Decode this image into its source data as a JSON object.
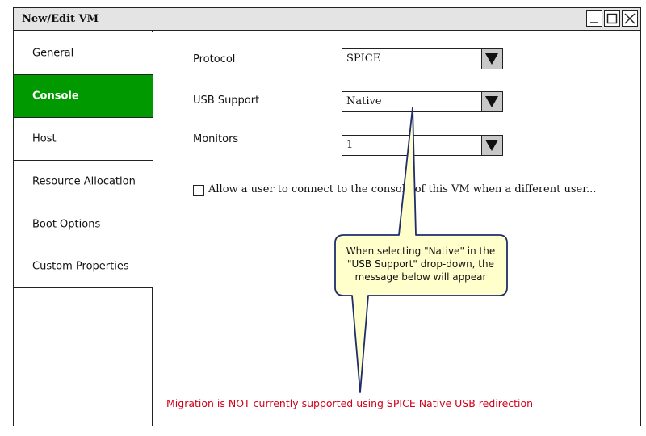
{
  "window": {
    "title": "New/Edit VM"
  },
  "sidebar": {
    "items": [
      {
        "label": "General",
        "active": false
      },
      {
        "label": "Console",
        "active": true
      },
      {
        "label": "Host",
        "active": false
      },
      {
        "label": "Resource Allocation",
        "active": false
      },
      {
        "label": "Boot Options",
        "active": false
      },
      {
        "label": "Custom Properties",
        "active": false
      }
    ],
    "active_color": "#009900"
  },
  "form": {
    "protocol": {
      "label": "Protocol",
      "value": "SPICE"
    },
    "usb_support": {
      "label": "USB Support",
      "value": "Native"
    },
    "monitors": {
      "label": "Monitors",
      "value": "1"
    },
    "allow_connect": {
      "label": "Allow a user to connect to the console of this VM when a different user...",
      "checked": false
    }
  },
  "callout": {
    "text": "When selecting \"Native\" in the \"USB Support\" drop-down, the message below will appear",
    "fill": "#ffffcc",
    "stroke": "#1f2d6b"
  },
  "warning": {
    "text": "Migration is NOT currently supported using SPICE Native USB redirection",
    "color": "#d0021b"
  }
}
